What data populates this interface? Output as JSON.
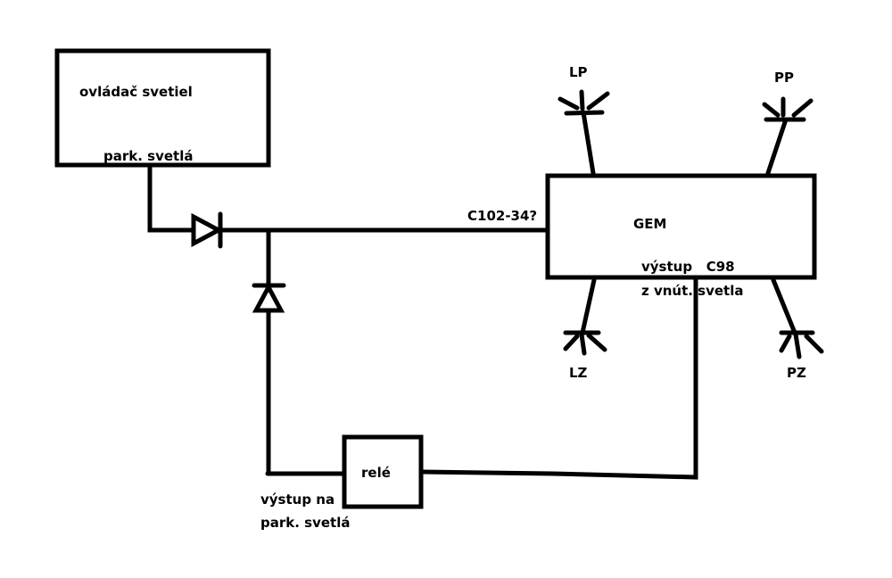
{
  "blocks": {
    "light_controller": {
      "title": "ovládač svetiel",
      "output_label": "park. svetlá"
    },
    "gem": {
      "title": "GEM",
      "input_label": "C102-34?",
      "output_label_line1": "výstup   C98",
      "output_label_line2": "z vnút. svetla"
    },
    "relay": {
      "title": "relé",
      "output_label_line1": "výstup na",
      "output_label_line2": "park. svetlá"
    }
  },
  "lamps": {
    "front_left": "LP",
    "front_right": "PP",
    "rear_left": "LZ",
    "rear_right": "PZ"
  },
  "components": {
    "diode_series": "diode-forward-right",
    "diode_feedback": "diode-forward-up"
  },
  "colors": {
    "stroke": "#000000",
    "background": "#ffffff"
  }
}
